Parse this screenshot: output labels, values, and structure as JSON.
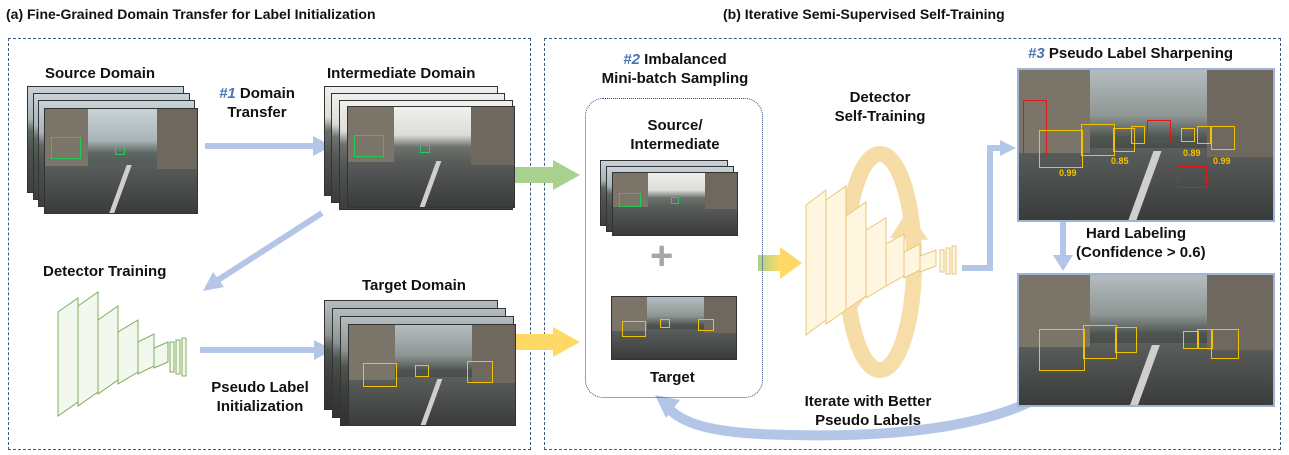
{
  "panel_a": {
    "title": "(a) Fine-Grained Domain Transfer for Label Initialization",
    "source_domain": "Source Domain",
    "step1_num": "#1",
    "step1_text_a": "Domain",
    "step1_text_b": "Transfer",
    "intermediate_domain": "Intermediate Domain",
    "detector_training": "Detector Training",
    "target_domain": "Target Domain",
    "pseudo_init_a": "Pseudo Label",
    "pseudo_init_b": "Initialization"
  },
  "panel_b": {
    "title": "(b) Iterative Semi-Supervised Self-Training",
    "step2_num": "#2",
    "step2_text_a": "Imbalanced",
    "step2_text_b": "Mini-batch Sampling",
    "source_intermediate_a": "Source/",
    "source_intermediate_b": "Intermediate",
    "plus": "+",
    "target": "Target",
    "detector_self_training_a": "Detector",
    "detector_self_training_b": "Self-Training",
    "step3_num": "#3",
    "step3_text": "Pseudo Label Sharpening",
    "hard_labeling_a": "Hard Labeling",
    "hard_labeling_b": "(Confidence > 0.6)",
    "iterate_a": "Iterate with Better",
    "iterate_b": "Pseudo Labels"
  },
  "scores": {
    "s1": "0.99",
    "s2": "0.85",
    "s3": "0.89",
    "s4": "0.99"
  },
  "colors": {
    "dash_border": "#3b5a85",
    "arrow_blue": "#b4c6e7",
    "arrow_green": "#a9d18e",
    "arrow_yellow": "#ffd966",
    "number_blue": "#4a73b5",
    "box_green": "#22cc55",
    "box_yellow": "#f2c200",
    "box_red": "#e01818"
  }
}
